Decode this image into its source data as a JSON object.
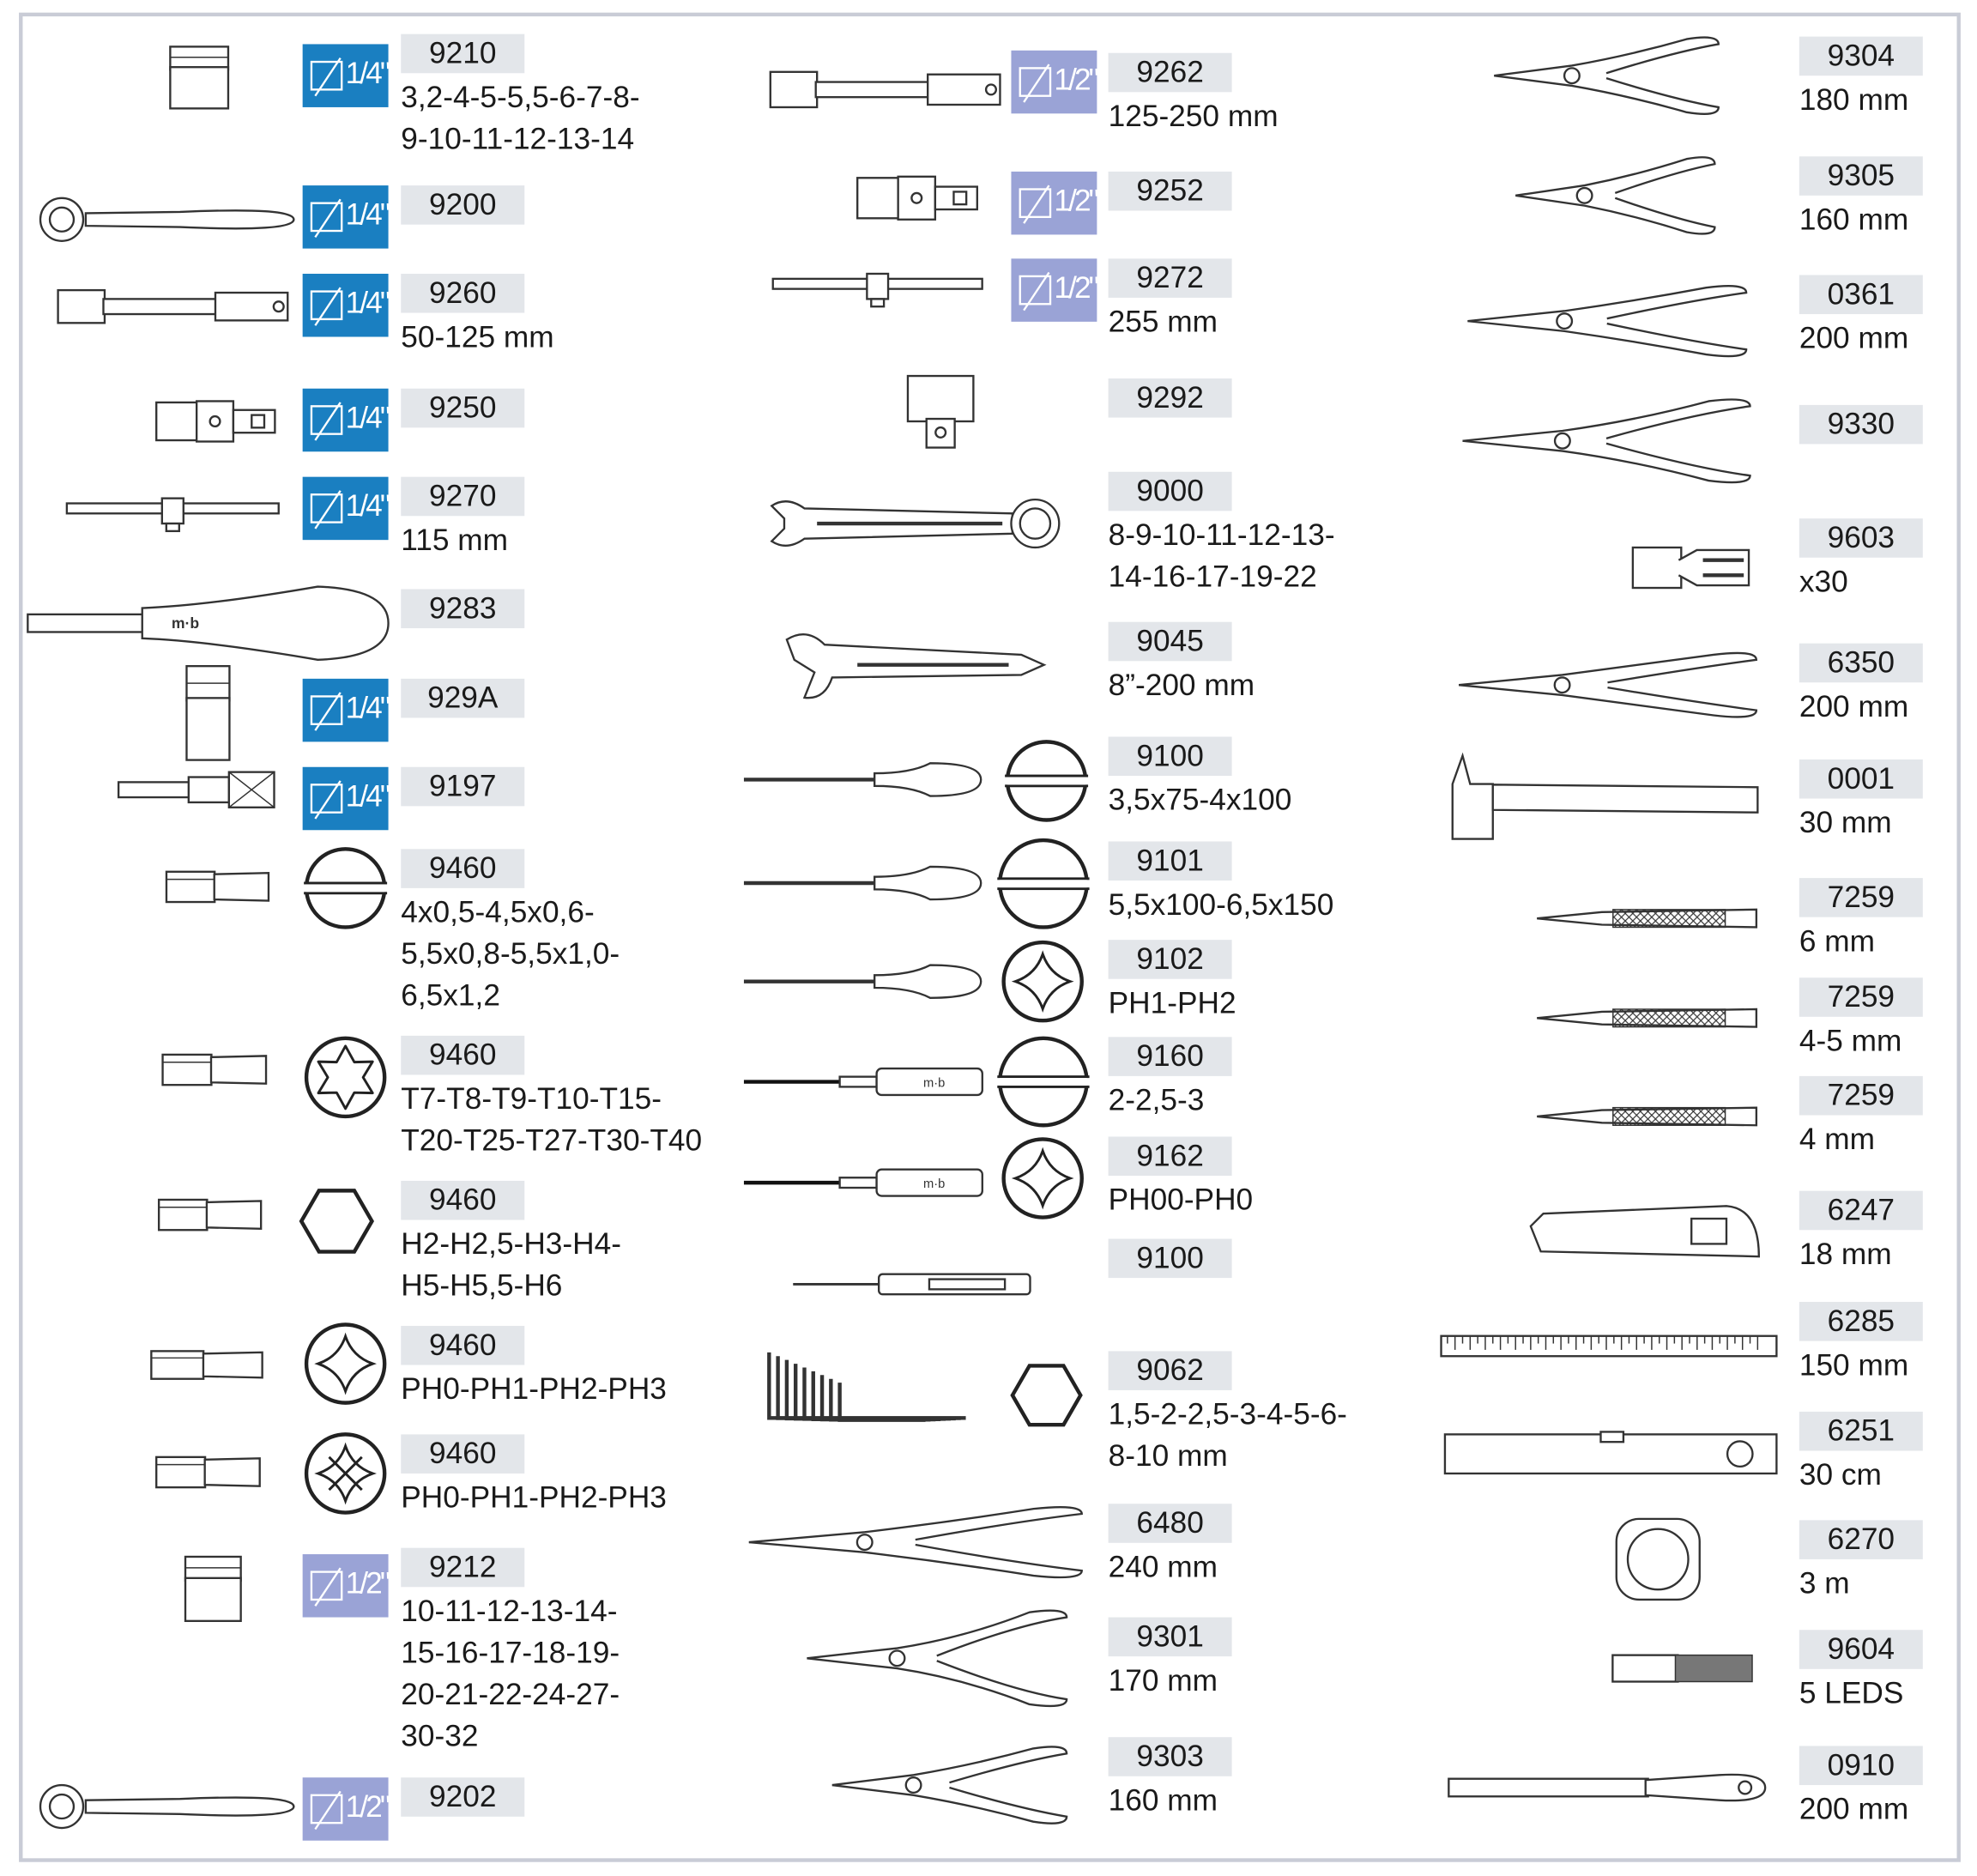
{
  "colors": {
    "quarter_badge": "#1a7fc1",
    "half_badge": "#9aa3d6",
    "code_bg": "#e3e6ea",
    "frame": "#c9ccd6"
  },
  "badges": {
    "quarter": "1/4\"",
    "half": "1/2\""
  },
  "columns": [
    {
      "items": [
        {
          "code": "9210",
          "desc": [
            "3,2-4-5-5,5-6-7-8-",
            "9-10-11-12-13-14"
          ],
          "badge": "quarter",
          "tool": "socket-icon"
        },
        {
          "code": "9200",
          "desc": [],
          "badge": "quarter",
          "tool": "ratchet-icon"
        },
        {
          "code": "9260",
          "desc": [
            "50-125 mm"
          ],
          "badge": "quarter",
          "tool": "extension-bar-icon"
        },
        {
          "code": "9250",
          "desc": [],
          "badge": "quarter",
          "tool": "universal-joint-icon"
        },
        {
          "code": "9270",
          "desc": [
            "115 mm"
          ],
          "badge": "quarter",
          "tool": "t-bar-icon"
        },
        {
          "code": "9283",
          "desc": [],
          "badge": null,
          "tool": "bit-handle-icon"
        },
        {
          "code": "929A",
          "desc": [],
          "badge": "quarter",
          "tool": "long-socket-icon"
        },
        {
          "code": "9197",
          "desc": [],
          "badge": "quarter",
          "tool": "bit-adapter-icon"
        },
        {
          "code": "9460",
          "desc": [
            "4x0,5-4,5x0,6-",
            "5,5x0,8-5,5x1,0-",
            "6,5x1,2"
          ],
          "badge": null,
          "tool": "slotted-bit-icon",
          "profile": "slotted"
        },
        {
          "code": "9460",
          "desc": [
            "T7-T8-T9-T10-T15-",
            "T20-T25-T27-T30-T40"
          ],
          "badge": null,
          "tool": "torx-bit-icon",
          "profile": "torx"
        },
        {
          "code": "9460",
          "desc": [
            "H2-H2,5-H3-H4-",
            "H5-H5,5-H6"
          ],
          "badge": null,
          "tool": "hex-bit-icon",
          "profile": "hex"
        },
        {
          "code": "9460",
          "desc": [
            "PH0-PH1-PH2-PH3"
          ],
          "badge": null,
          "tool": "phillips-bit-icon",
          "profile": "phillips"
        },
        {
          "code": "9460",
          "desc": [
            "PH0-PH1-PH2-PH3"
          ],
          "badge": null,
          "tool": "pozidriv-bit-icon",
          "profile": "pozidriv"
        },
        {
          "code": "9212",
          "desc": [
            "10-11-12-13-14-",
            "15-16-17-18-19-",
            "20-21-22-24-27-",
            "30-32"
          ],
          "badge": "half",
          "tool": "socket-icon"
        },
        {
          "code": "9202",
          "desc": [],
          "badge": "half",
          "tool": "ratchet-icon"
        }
      ]
    },
    {
      "items": [
        {
          "code": "9262",
          "desc": [
            "125-250 mm"
          ],
          "badge": "half",
          "tool": "extension-bar-icon"
        },
        {
          "code": "9252",
          "desc": [],
          "badge": "half",
          "tool": "universal-joint-icon"
        },
        {
          "code": "9272",
          "desc": [
            "255 mm"
          ],
          "badge": "half",
          "tool": "t-bar-icon"
        },
        {
          "code": "9292",
          "desc": [],
          "badge": null,
          "tool": "adapter-icon"
        },
        {
          "code": "9000",
          "desc": [
            "8-9-10-11-12-13-",
            "14-16-17-19-22"
          ],
          "badge": null,
          "tool": "combination-wrench-icon"
        },
        {
          "code": "9045",
          "desc": [
            "8”-200 mm"
          ],
          "badge": null,
          "tool": "adjustable-wrench-icon"
        },
        {
          "code": "9100",
          "desc": [
            "3,5x75-4x100"
          ],
          "badge": null,
          "tool": "screwdriver-icon",
          "profile": "slotted"
        },
        {
          "code": "9101",
          "desc": [
            "5,5x100-6,5x150"
          ],
          "badge": null,
          "tool": "screwdriver-icon",
          "profile": "slotted"
        },
        {
          "code": "9102",
          "desc": [
            "PH1-PH2"
          ],
          "badge": null,
          "tool": "screwdriver-icon",
          "profile": "phillips"
        },
        {
          "code": "9160",
          "desc": [
            "2-2,5-3"
          ],
          "badge": null,
          "tool": "precision-screwdriver-icon",
          "profile": "slotted"
        },
        {
          "code": "9162",
          "desc": [
            "PH00-PH0"
          ],
          "badge": null,
          "tool": "precision-screwdriver-icon",
          "profile": "phillips"
        },
        {
          "code": "9100",
          "desc": [],
          "badge": null,
          "tool": "voltage-tester-icon"
        },
        {
          "code": "9062",
          "desc": [
            "1,5-2-2,5-3-4-5-6-",
            "8-10 mm"
          ],
          "badge": null,
          "tool": "hex-key-set-icon",
          "profile": "hex"
        },
        {
          "code": "6480",
          "desc": [
            "240 mm"
          ],
          "badge": null,
          "tool": "water-pump-pliers-icon"
        },
        {
          "code": "9301",
          "desc": [
            "170 mm"
          ],
          "badge": null,
          "tool": "long-nose-pliers-icon"
        },
        {
          "code": "9303",
          "desc": [
            "160 mm"
          ],
          "badge": null,
          "tool": "wire-stripper-icon"
        }
      ]
    },
    {
      "items": [
        {
          "code": "9304",
          "desc": [
            "180 mm"
          ],
          "badge": null,
          "tool": "combination-pliers-icon"
        },
        {
          "code": "9305",
          "desc": [
            "160 mm"
          ],
          "badge": null,
          "tool": "diagonal-cutter-icon"
        },
        {
          "code": "0361",
          "desc": [
            "200 mm"
          ],
          "badge": null,
          "tool": "long-nose-pliers-icon"
        },
        {
          "code": "9330",
          "desc": [],
          "badge": null,
          "tool": "crimping-pliers-icon"
        },
        {
          "code": "9603",
          "desc": [
            "x30"
          ],
          "badge": null,
          "tool": "terminal-icon"
        },
        {
          "code": "6350",
          "desc": [
            "200 mm"
          ],
          "badge": null,
          "tool": "end-cutter-pincers-icon"
        },
        {
          "code": "0001",
          "desc": [
            "30 mm"
          ],
          "badge": null,
          "tool": "hammer-icon"
        },
        {
          "code": "7259",
          "desc": [
            "6 mm"
          ],
          "badge": null,
          "tool": "punch-icon"
        },
        {
          "code": "7259",
          "desc": [
            "4-5 mm"
          ],
          "badge": null,
          "tool": "punch-icon"
        },
        {
          "code": "7259",
          "desc": [
            "4 mm"
          ],
          "badge": null,
          "tool": "punch-icon"
        },
        {
          "code": "6247",
          "desc": [
            "18 mm"
          ],
          "badge": null,
          "tool": "utility-knife-icon"
        },
        {
          "code": "6285",
          "desc": [
            "150 mm"
          ],
          "badge": null,
          "tool": "ruler-icon"
        },
        {
          "code": "6251",
          "desc": [
            "30 cm"
          ],
          "badge": null,
          "tool": "spirit-level-icon"
        },
        {
          "code": "6270",
          "desc": [
            "3 m"
          ],
          "badge": null,
          "tool": "tape-measure-icon"
        },
        {
          "code": "9604",
          "desc": [
            "5 LEDS"
          ],
          "badge": null,
          "tool": "flashlight-icon"
        },
        {
          "code": "0910",
          "desc": [
            "200 mm"
          ],
          "badge": null,
          "tool": "file-icon"
        }
      ]
    }
  ]
}
